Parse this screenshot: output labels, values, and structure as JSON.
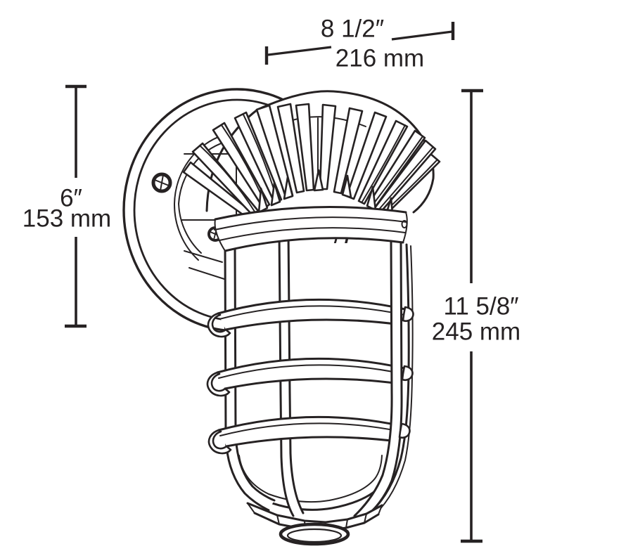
{
  "diagram": {
    "subject": "vapor-tight caged wall light fixture technical line drawing",
    "colors": {
      "line": "#262223",
      "background": "#ffffff"
    },
    "dimensions": {
      "top_width": {
        "imperial": "8 1/2″",
        "metric": "216 mm"
      },
      "plate_height": {
        "imperial": "6″",
        "metric": "153 mm"
      },
      "fixture_height": {
        "imperial": "11 5/8″",
        "metric": "245 mm"
      }
    }
  }
}
